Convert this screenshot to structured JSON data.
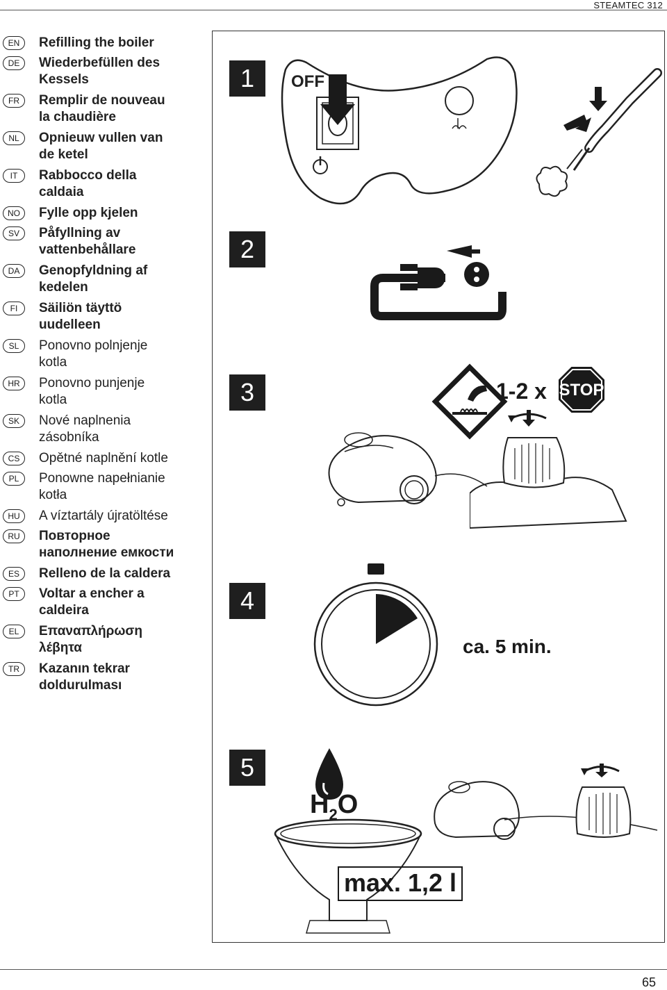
{
  "header": {
    "model": "STEAMTEC 312"
  },
  "languages": [
    {
      "code": "EN",
      "text": "Refilling the boiler"
    },
    {
      "code": "DE",
      "text": "Wiederbefüllen des\nKessels"
    },
    {
      "code": "FR",
      "text": "Remplir de nouveau\nla chaudière"
    },
    {
      "code": "NL",
      "text": "Opnieuw vullen van\nde ketel"
    },
    {
      "code": "IT",
      "text": "Rabbocco della\ncaldaia"
    },
    {
      "code": "NO",
      "text": "Fylle opp kjelen"
    },
    {
      "code": "SV",
      "text": "Påfyllning av\nvattenbehållare"
    },
    {
      "code": "DA",
      "text": "Genopfyldning af\nkedelen"
    },
    {
      "code": "FI",
      "text": "Säiliön täyttö\nuudelleen"
    },
    {
      "code": "SL",
      "text": "Ponovno polnjenje\nkotla"
    },
    {
      "code": "HR",
      "text": "Ponovno punjenje\nkotla"
    },
    {
      "code": "SK",
      "text": "Nové naplnenia\nzásobníka"
    },
    {
      "code": "CS",
      "text": "Opětné naplnění kotle"
    },
    {
      "code": "PL",
      "text": "Ponowne napełnianie\nkotła"
    },
    {
      "code": "HU",
      "text": "A víztartály újratöltése"
    },
    {
      "code": "RU",
      "text": "Повторное\nнаполнение емкости"
    },
    {
      "code": "ES",
      "text": "Relleno de la caldera"
    },
    {
      "code": "PT",
      "text": "Voltar a encher a\ncaldeira"
    },
    {
      "code": "EL",
      "text": "Επαναπλήρωση\nλέβητα"
    },
    {
      "code": "TR",
      "text": "Kazanın tekrar\ndoldurulması"
    }
  ],
  "steps": [
    {
      "number": "1",
      "label": "OFF"
    },
    {
      "number": "2"
    },
    {
      "number": "3",
      "label": "1-2 x",
      "sign": "STOP"
    },
    {
      "number": "4",
      "label": "ca. 5 min."
    },
    {
      "number": "5",
      "water_h": "H",
      "water_sub": "2",
      "water_o": "O",
      "capacity": "max. 1,2 l"
    }
  ],
  "footer": {
    "page_number": "65"
  },
  "icons": [
    "power-icon",
    "steam-icon",
    "plug-icon",
    "hot-surface-warning-icon",
    "stop-sign-icon",
    "stopwatch-icon",
    "water-drop-icon",
    "funnel-icon",
    "steam-cleaner-icon",
    "boiler-cap-icon",
    "rotate-arrow-icon"
  ]
}
